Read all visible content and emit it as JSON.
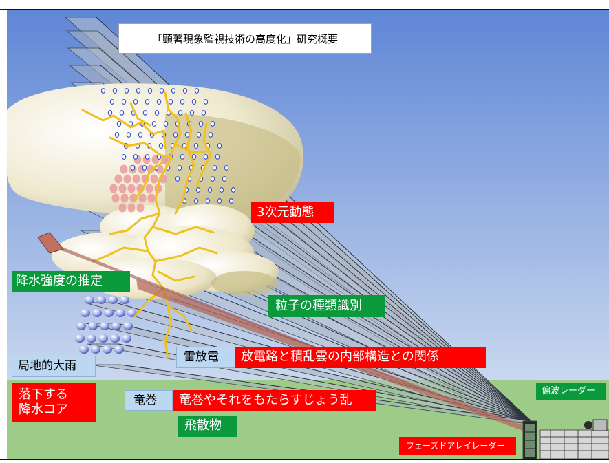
{
  "title": "「顕著現象監視技術の高度化」研究概要",
  "labels": {
    "dynamics_3d": "3次元動態",
    "precip_intensity": "降水強度の推定",
    "particle_classification": "粒子の種類識別",
    "lightning": "雷放電",
    "discharge_structure": "放電路と積乱雲の内部構造との関係",
    "local_heavy_rain": "局地的大雨",
    "falling_core": "落下する\n降水コア",
    "tornado": "竜巻",
    "tornado_gusts": "竜巻やそれをもたらすじょう乱",
    "debris": "飛散物",
    "polarimetric_radar": "偏波レーダー",
    "phased_array_radar": "フェーズドアレイレーダー"
  },
  "colors": {
    "sky_top": "#5f86d6",
    "sky_bottom": "#c9d8ee",
    "ground": "#9ccc88",
    "cloud": "#e6e0bd",
    "lightning": "#f0c020",
    "red_label": "#ff0000",
    "green_label": "#0a9a3c",
    "blue_label": "#bcd7f2"
  }
}
